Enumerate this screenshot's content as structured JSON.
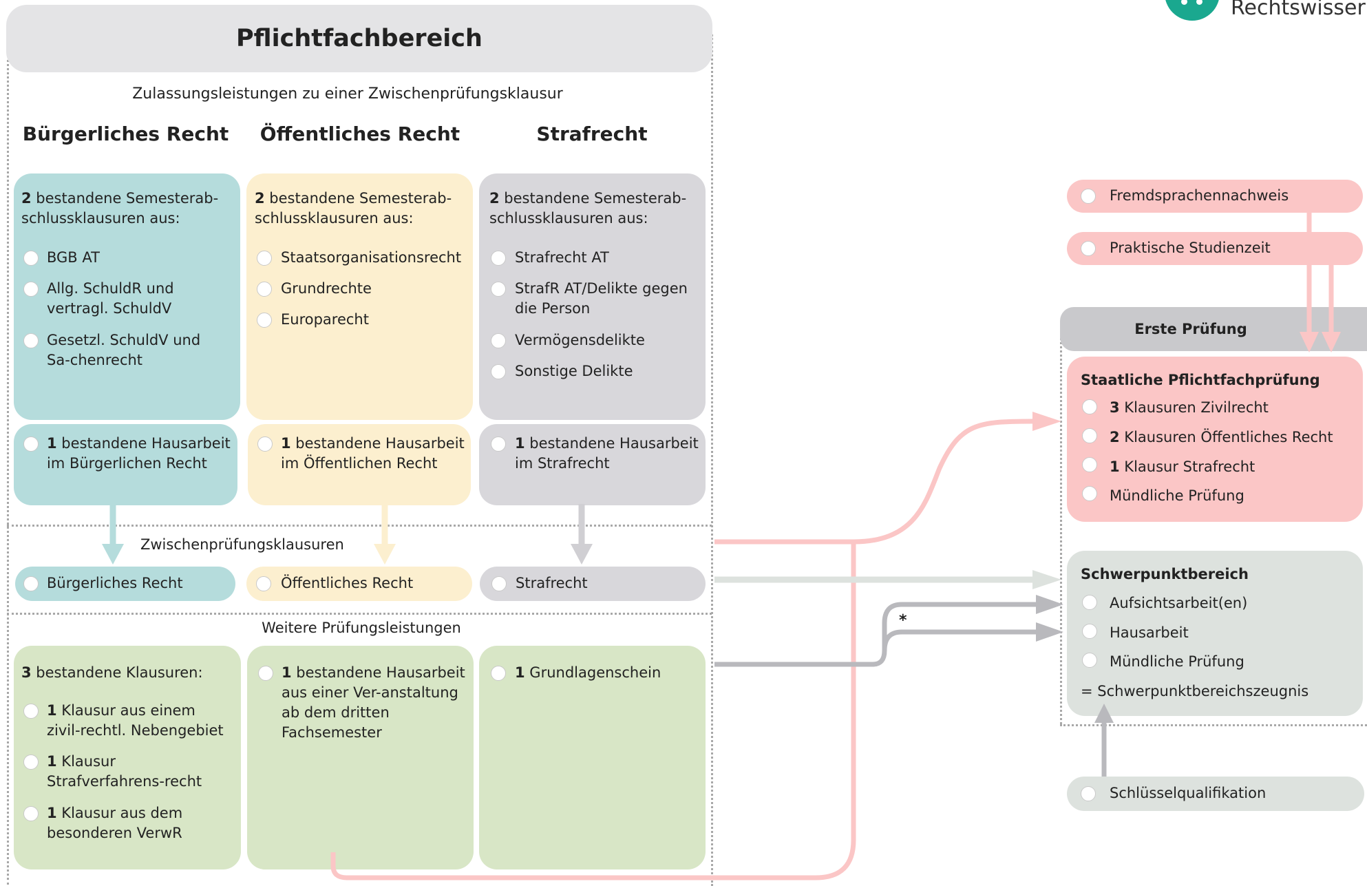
{
  "logo": {
    "text": "Rechtswisser"
  },
  "main": {
    "title": "Pflichtfachbereich",
    "subtitle": "Zulassungsleistungen zu einer Zwischenprüfungsklausur",
    "columns": [
      "Bürgerliches Recht",
      "Öffentliches Recht",
      "Strafrecht"
    ]
  },
  "exams": {
    "intro_num": "2",
    "intro_text": " bestandene Semesterab-schlussklausuren aus:",
    "burgerlich": [
      "BGB AT",
      "Allg. SchuldR und vertragl. SchuldV",
      "Gesetzl. SchuldV und Sa-chenrecht"
    ],
    "oeffentlich": [
      "Staatsorganisationsrecht",
      "Grundrechte",
      "Europarecht"
    ],
    "straf": [
      "Strafrecht AT",
      "StrafR AT/Delikte gegen die Person",
      "Vermögensdelikte",
      "Sonstige Delikte"
    ]
  },
  "hausarbeit": {
    "num": "1",
    "burgerlich": " bestandene Hausarbeit im Bürgerlichen Recht",
    "oeffentlich": " bestandene Hausarbeit im Öffentlichen Recht",
    "straf": " bestandene Hausarbeit im Strafrecht"
  },
  "zwischen": {
    "label": "Zwischenprüfungsklausuren",
    "items": [
      "Bürgerliches Recht",
      "Öffentliches Recht",
      "Strafrecht"
    ]
  },
  "weitere": {
    "label": "Weitere Prüfungsleistungen",
    "klausuren_num": "3",
    "klausuren_text": " bestandene Klausuren:",
    "klausuren_num_item": "1",
    "klausuren": [
      " Klausur aus einem zivil-rechtl. Nebengebiet",
      " Klausur Strafverfahrens-recht",
      " Klausur aus dem besonderen VerwR"
    ],
    "hausarbeit_num": "1",
    "hausarbeit_text": " bestandene Hausarbeit aus einer Ver-anstaltung ab dem dritten Fachsemester",
    "grundlagen_num": "1",
    "grundlagen_text": " Grundlagenschein"
  },
  "right": {
    "fremdsprachen": "Fremdsprachennachweis",
    "praktische": "Praktische Studienzeit",
    "erste_pruefung": "Erste Prüfung",
    "staatliche": {
      "title": "Staatliche Pflichtfachprüfung",
      "items": [
        {
          "num": "3",
          "text": " Klausuren Zivilrecht"
        },
        {
          "num": "2",
          "text": " Klausuren Öffentliches Recht"
        },
        {
          "num": "1",
          "text": " Klausur Strafrecht"
        },
        {
          "num": "",
          "text": "Mündliche Prüfung"
        }
      ]
    },
    "schwerpunkt": {
      "title": "Schwerpunktbereich",
      "items": [
        "Aufsichtsarbeit(en)",
        "Hausarbeit",
        "Mündliche Prüfung"
      ],
      "result": "= Schwerpunktbereichszeugnis"
    },
    "schluessel": "Schlüsselqualifikation",
    "asterisk": "*"
  },
  "colors": {
    "teal": "#b5dcdc",
    "yellow": "#fcefcf",
    "grey": "#d8d7db",
    "green": "#d8e6c6",
    "pink": "#fbc6c6",
    "sage": "#dde2de",
    "brand": "#1aa88f"
  }
}
